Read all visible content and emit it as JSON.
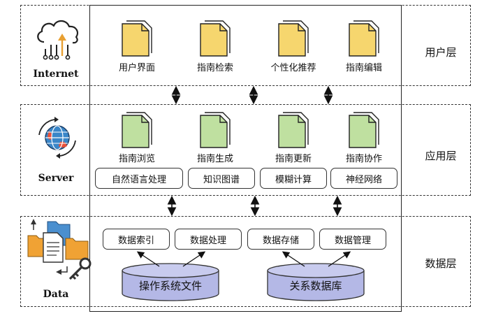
{
  "layers": {
    "user": {
      "label": "用户层",
      "icon_caption": "Internet"
    },
    "app": {
      "label": "应用层",
      "icon_caption": "Server"
    },
    "data": {
      "label": "数据层",
      "icon_caption": "Data"
    }
  },
  "user_modules": [
    "用户界面",
    "指南检索",
    "个性化推荐",
    "指南编辑"
  ],
  "app_modules": [
    "指南浏览",
    "指南生成",
    "指南更新",
    "指南协作"
  ],
  "app_techniques": [
    "自然语言处理",
    "知识图谱",
    "模糊计算",
    "神经网络"
  ],
  "data_functions": [
    "数据索引",
    "数据处理",
    "数据存储",
    "数据管理"
  ],
  "storage": [
    "操作系统文件",
    "关系数据库"
  ],
  "colors": {
    "user_doc": "#f6d66e",
    "app_doc": "#bfe0a0",
    "cylinder": "#b4b8e6",
    "cylinder_top": "#c8cbee"
  }
}
